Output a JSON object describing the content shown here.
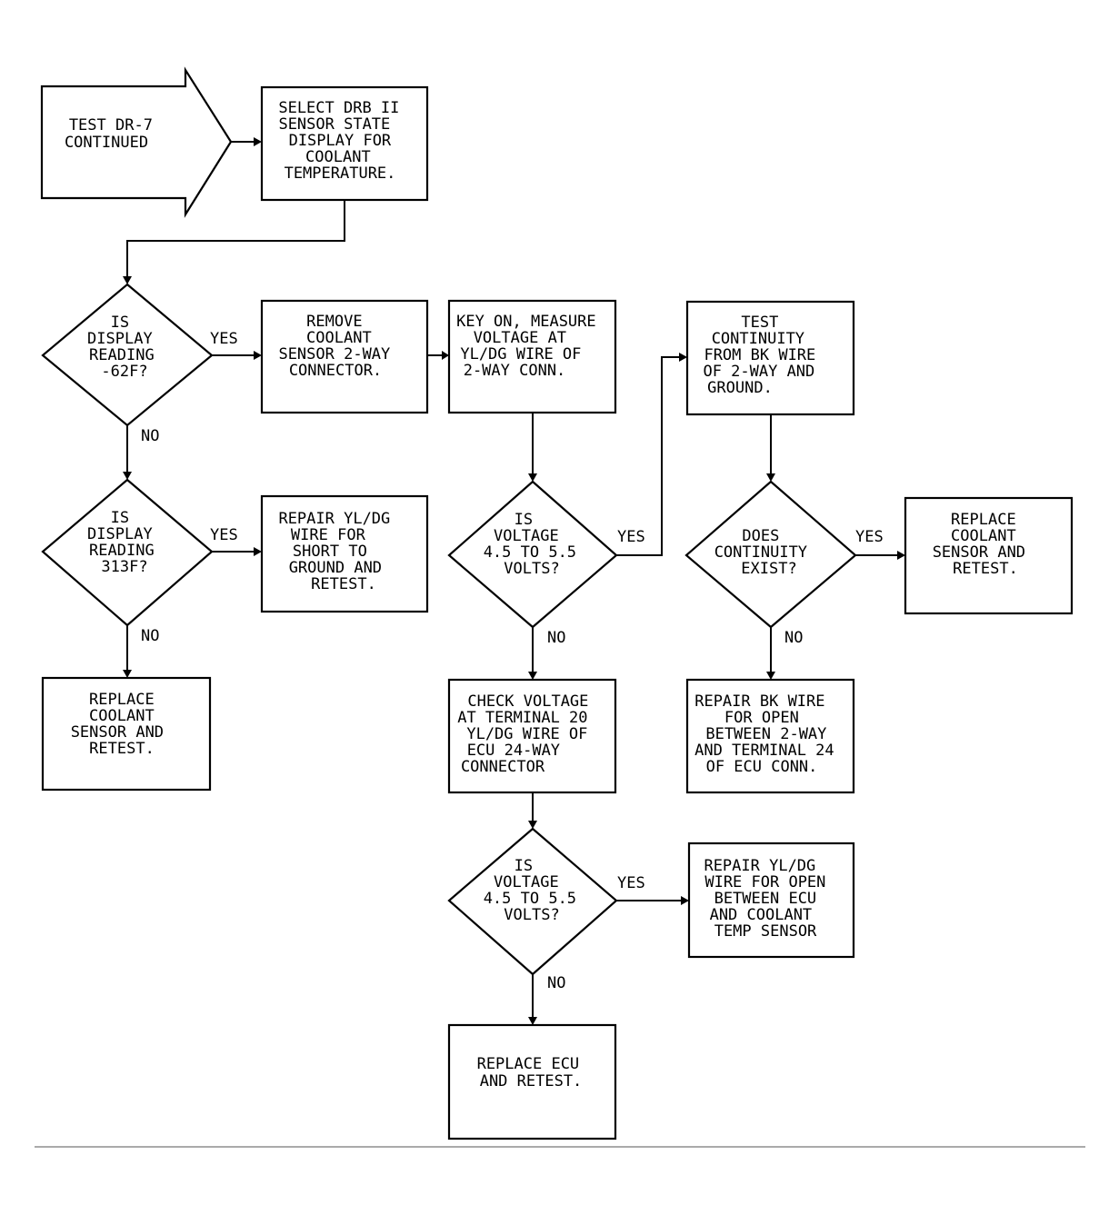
{
  "start": {
    "lines": [
      "TEST DR-7",
      "CONTINUED"
    ]
  },
  "nodes": {
    "select_drb": {
      "lines": [
        "SELECT DRB II",
        "SENSOR STATE",
        "DISPLAY FOR",
        "COOLANT",
        "TEMPERATURE."
      ]
    },
    "q_minus62": {
      "lines": [
        "IS",
        "DISPLAY",
        "READING",
        "-62F?"
      ]
    },
    "remove_connector": {
      "lines": [
        "REMOVE",
        "COOLANT",
        "SENSOR 2-WAY",
        "CONNECTOR."
      ]
    },
    "measure_voltage": {
      "lines": [
        "KEY ON, MEASURE",
        "VOLTAGE AT",
        "YL/DG WIRE OF",
        "2-WAY CONN."
      ]
    },
    "test_continuity": {
      "lines": [
        "TEST",
        "CONTINUITY",
        "FROM BK WIRE",
        "OF 2-WAY AND",
        "GROUND."
      ]
    },
    "q_313": {
      "lines": [
        "IS",
        "DISPLAY",
        "READING",
        "313F?"
      ]
    },
    "repair_short": {
      "lines": [
        "REPAIR YL/DG",
        "WIRE FOR",
        "SHORT TO",
        "GROUND AND",
        "RETEST."
      ]
    },
    "q_voltage1": {
      "lines": [
        "IS",
        "VOLTAGE",
        "4.5 TO 5.5",
        "VOLTS?"
      ]
    },
    "q_continuity": {
      "lines": [
        "DOES",
        "CONTINUITY",
        "EXIST?"
      ]
    },
    "replace_sensor_right": {
      "lines": [
        "REPLACE",
        "COOLANT",
        "SENSOR AND",
        "RETEST."
      ]
    },
    "replace_sensor_left": {
      "lines": [
        "REPLACE",
        "COOLANT",
        "SENSOR AND",
        "RETEST."
      ]
    },
    "check_voltage": {
      "lines": [
        "CHECK VOLTAGE",
        "AT TERMINAL 20",
        "YL/DG WIRE OF",
        "ECU 24-WAY",
        "CONNECTOR"
      ]
    },
    "repair_bk": {
      "lines": [
        "REPAIR BK WIRE",
        "FOR OPEN",
        "BETWEEN 2-WAY",
        "AND TERMINAL 24",
        "OF ECU CONN."
      ]
    },
    "q_voltage2": {
      "lines": [
        "IS",
        "VOLTAGE",
        "4.5 TO 5.5",
        "VOLTS?"
      ]
    },
    "repair_open": {
      "lines": [
        "REPAIR YL/DG",
        "WIRE FOR OPEN",
        "BETWEEN ECU",
        "AND COOLANT",
        "TEMP SENSOR"
      ]
    },
    "replace_ecu": {
      "lines": [
        "REPLACE ECU",
        "AND RETEST."
      ]
    }
  },
  "edge_labels": {
    "q_minus62_yes": "YES",
    "q_minus62_no": "NO",
    "q_313_yes": "YES",
    "q_313_no": "NO",
    "q_voltage1_yes": "YES",
    "q_voltage1_no": "NO",
    "q_continuity_yes": "YES",
    "q_continuity_no": "NO",
    "q_voltage2_yes": "YES",
    "q_voltage2_no": "NO"
  }
}
